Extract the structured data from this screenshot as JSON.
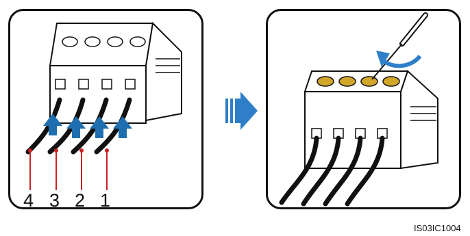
{
  "wire_numbers": [
    "4",
    "3",
    "2",
    "1"
  ],
  "figure_code": "IS03IC1004",
  "colors": {
    "arrow_blue": "#1f6fb0",
    "step_arrow": "#2f7fc8",
    "screw_gold": "#d2a52b",
    "marker_red": "#cc2222",
    "outline": "#111111"
  },
  "icons": [
    "terminal-connector-icon",
    "insert-arrow-icon",
    "step-arrow-icon",
    "screwdriver-icon",
    "rotate-clockwise-icon"
  ]
}
